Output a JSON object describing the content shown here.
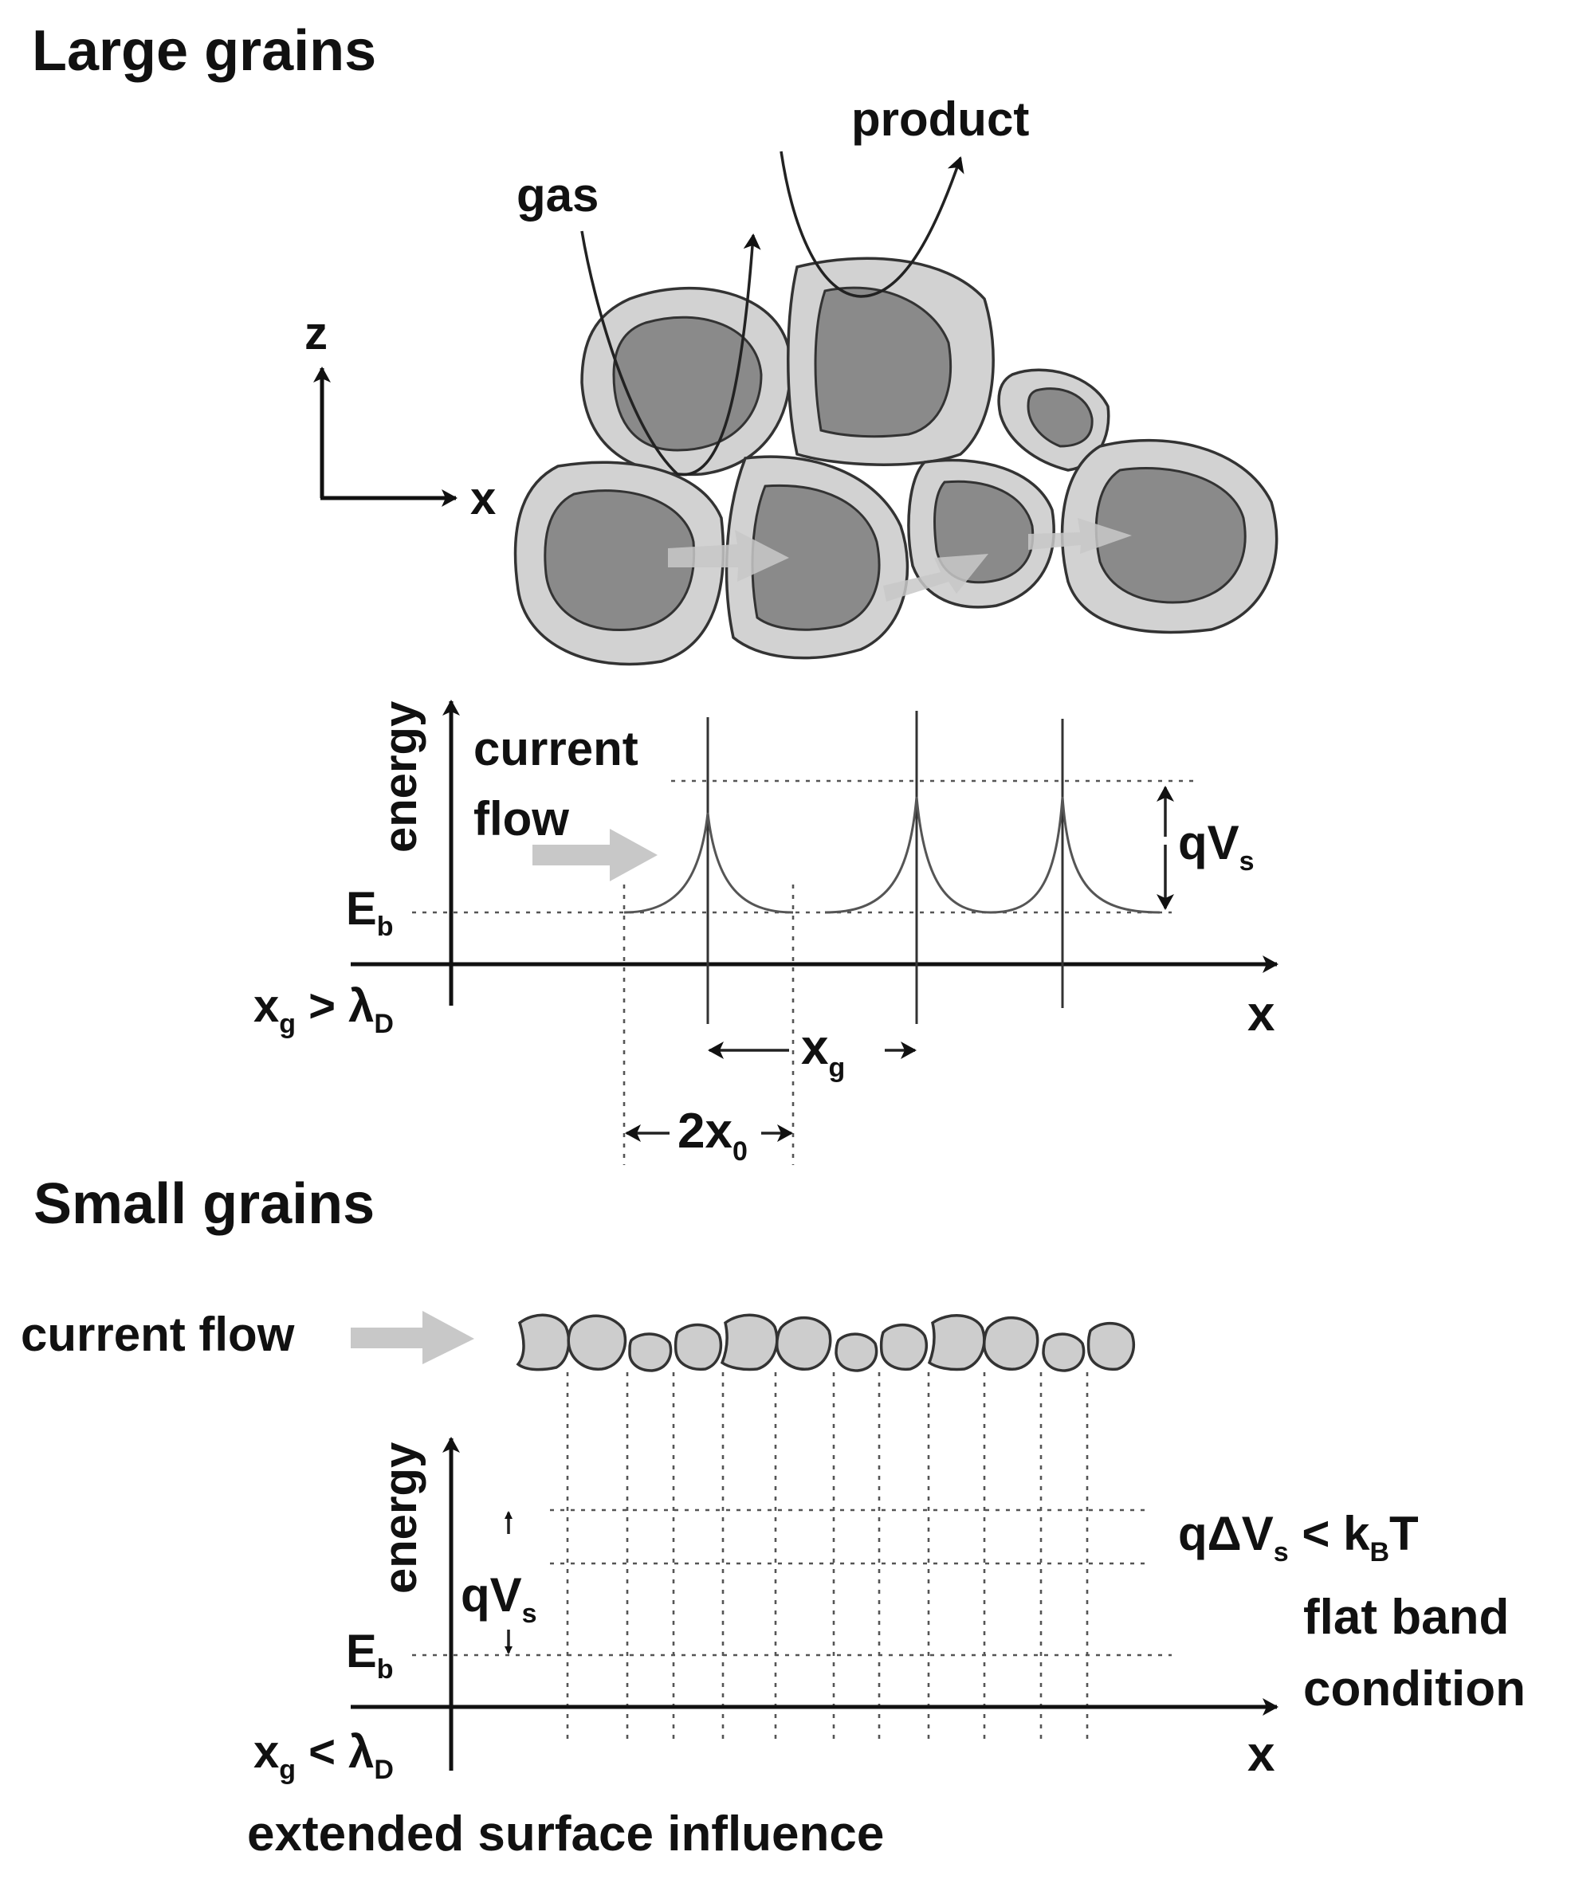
{
  "top": {
    "title": "Large grains",
    "label_product": "product",
    "label_gas": "gas",
    "axis_z": "z",
    "axis_x_coord": "x",
    "band": {
      "ylabel": "energy",
      "current_1": "current",
      "current_2": "flow",
      "eb": "E",
      "eb_sub": "b",
      "qvs": "qV",
      "qvs_sub": "s",
      "cond_a": "x",
      "cond_a_sub": "g",
      "cond_op": " > λ",
      "cond_b_sub": "D",
      "xaxis": "x",
      "xg": "x",
      "xg_sub": "g",
      "twox0": "2x",
      "twox0_sub": "0"
    }
  },
  "bottom": {
    "title": "Small grains",
    "current_flow": "current flow",
    "band": {
      "ylabel": "energy",
      "qvs": "qV",
      "qvs_sub": "s",
      "eb": "E",
      "eb_sub": "b",
      "dq": "qΔV",
      "dq_sub": "s",
      "dq_lt": " < k",
      "dq_kb_sub": "B",
      "dq_T": "T",
      "flat_1": "flat band",
      "flat_2": "condition",
      "xaxis": "x",
      "cond_a": "x",
      "cond_a_sub": "g",
      "cond_op": " < λ",
      "cond_b_sub": "D",
      "caption": "extended surface influence"
    }
  }
}
